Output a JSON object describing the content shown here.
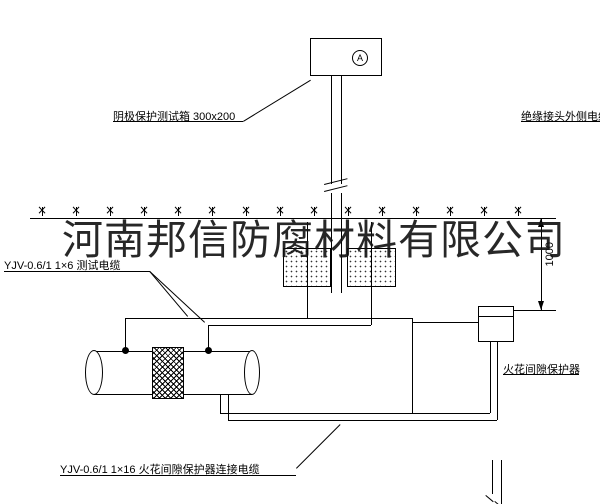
{
  "diagram": {
    "test_box_label": "阴极保护测试箱 300x200",
    "insulated_joint_cable_label": "绝缘接头外侧电缆",
    "test_cable_label": "YJV-0.6/1  1×6   测试电缆",
    "spark_gap_label": "火花间隙保护器",
    "connection_cable_label": "YJV-0.6/1  1×16   火花间隙保护器连接电缆",
    "dimension": "1000",
    "meter_symbol": "A"
  },
  "watermark": {
    "text": "河南邦信防腐材料有限公司"
  },
  "colors": {
    "line": "#000000",
    "background": "#ffffff",
    "watermark": "#1a1a1a"
  }
}
